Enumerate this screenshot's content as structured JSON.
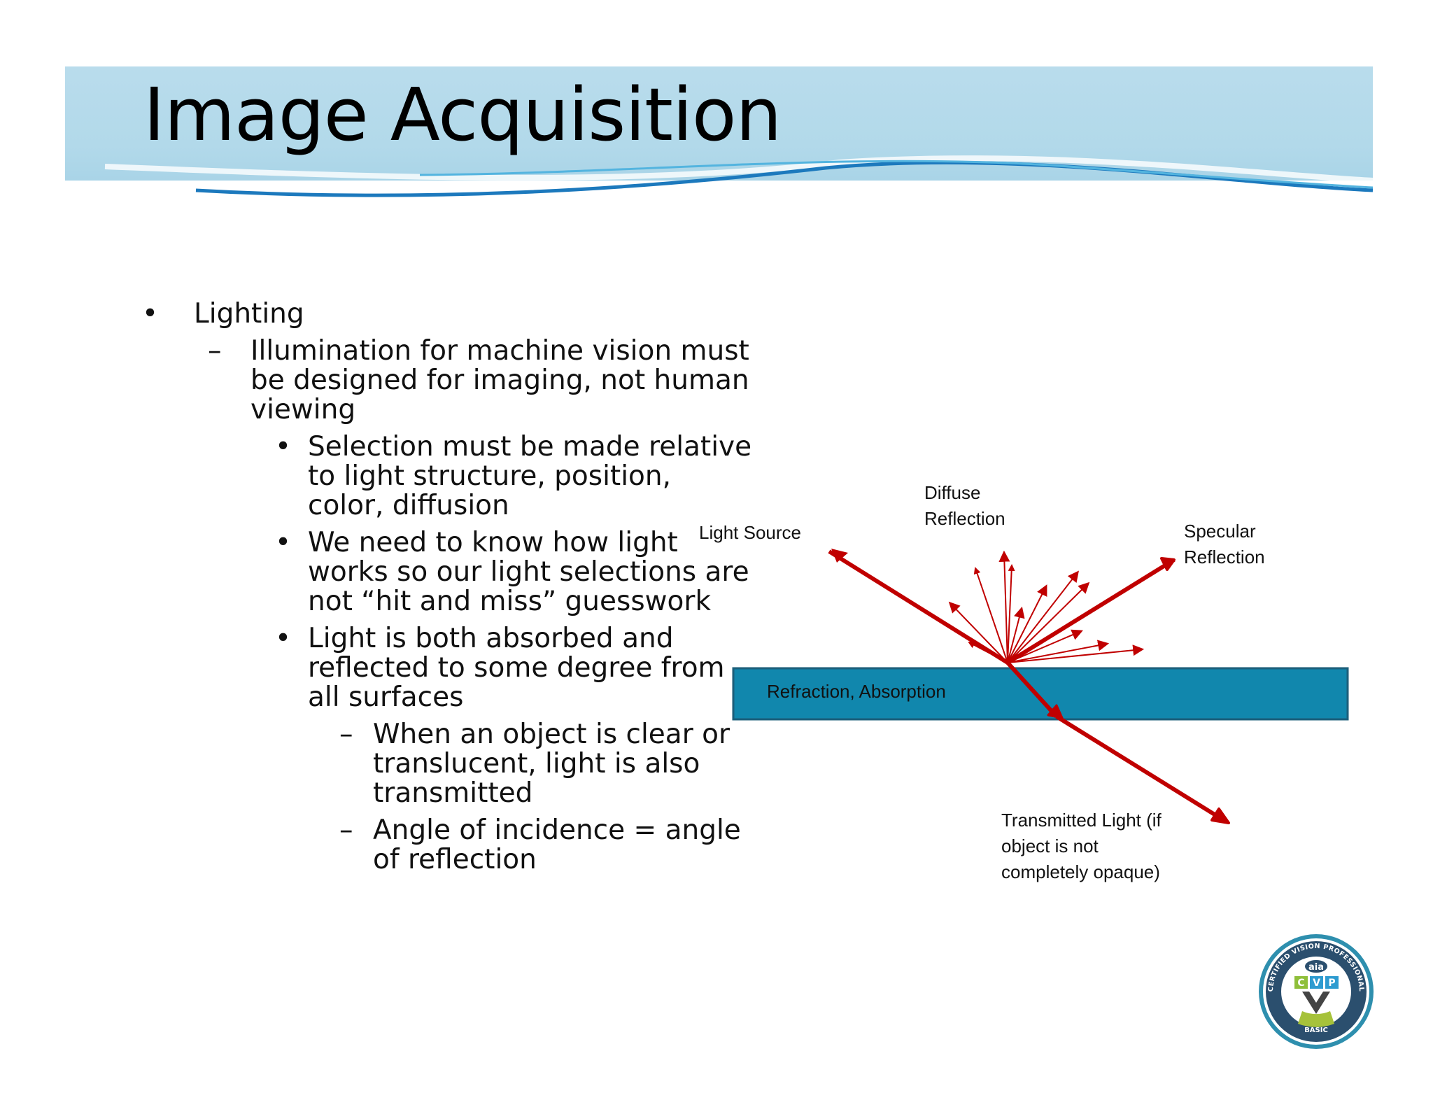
{
  "slide": {
    "title": "Image Acquisition",
    "bullets": {
      "l1_marker": "•",
      "l1_text": "Lighting",
      "l2_marker": "–",
      "l2_lines": [
        "Illumination for machine vision must",
        "be designed for imaging, not human",
        "viewing"
      ],
      "l3_marker": "•",
      "l3_items": [
        [
          "Selection must be made relative",
          "to light structure, position,",
          "color, diffusion"
        ],
        [
          "We need to know how light",
          "works so our light selections are",
          "not “hit and miss” guesswork"
        ],
        [
          "Light is both absorbed and",
          "reflected to some degree from",
          "all surfaces"
        ]
      ],
      "l4_marker": "–",
      "l4_items": [
        [
          "When an object is clear or",
          "translucent, light is also",
          "transmitted"
        ],
        [
          "Angle of incidence = angle",
          "of reflection"
        ]
      ]
    }
  },
  "diagram": {
    "labels": {
      "light_source": "Light Source",
      "diffuse": "Diffuse\nReflection",
      "specular": "Specular\nReflection",
      "surface": "Refraction, Absorption",
      "transmitted": "Transmitted Light (if\nobject is not\ncompletely opaque)"
    },
    "colors": {
      "ray": "#c00000",
      "surface_fill": "#1187ad",
      "surface_border": "#1b5e7a"
    }
  },
  "badge": {
    "ring_text": "CERTIFIED VISION PROFESSIONAL",
    "brand": "aia",
    "letters": [
      "C",
      "V",
      "P"
    ],
    "level": "BASIC",
    "icon": "cvp-basic-badge-icon"
  }
}
